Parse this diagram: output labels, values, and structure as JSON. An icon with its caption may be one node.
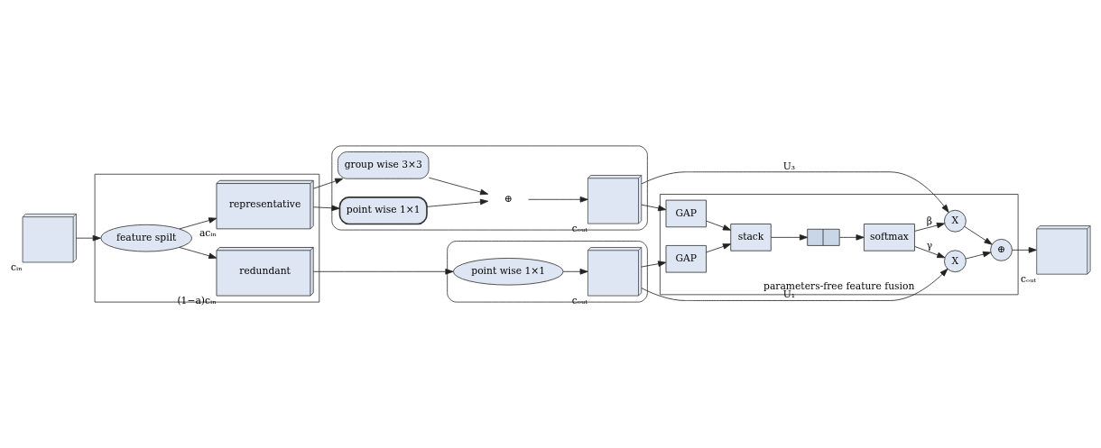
{
  "diagram": {
    "nodes": [
      {
        "text": [],
        "shape": "box",
        "beside": [
          "cᵢₙ"
        ]
      },
      {
        "text": [],
        "shape": "box"
      },
      {
        "text": [
          "feature spilt"
        ],
        "in": 1
      },
      {
        "text": [
          "representative"
        ],
        "in": 1,
        "beside": [
          "acᵢₙ"
        ]
      },
      {
        "text": [
          "redundant"
        ],
        "in": 1,
        "beside": [
          "(1−a)cᵢₙ"
        ]
      },
      {
        "text": [],
        "shape": "box"
      },
      {
        "text": [
          "group wise 3×3"
        ],
        "in": 5
      },
      {
        "text": [
          "⊕"
        ],
        "in": 5
      },
      {
        "text": [
          "point wise 1×1"
        ],
        "in": 5
      },
      {
        "text": [],
        "shape": "box",
        "in": 5,
        "beside": [
          "cₒᵤₜ"
        ]
      },
      {
        "text": [],
        "shape": "box"
      },
      {
        "text": [
          "point wise 1×1"
        ],
        "in": 10
      },
      {
        "text": [],
        "shape": "box",
        "in": 10,
        "beside": [
          "cₒᵤₜ"
        ]
      },
      {
        "text": [
          "parameters-free feature fusion"
        ]
      },
      {
        "text": [
          "GAP"
        ],
        "in": 13
      },
      {
        "text": [
          "stack"
        ],
        "in": 13
      },
      {
        "text": [
          "GAP"
        ],
        "in": 13
      },
      {
        "text": [],
        "shape": "bar",
        "in": 13
      },
      {
        "text": [
          "softmax"
        ],
        "in": 13
      },
      {
        "text": [
          "X"
        ],
        "in": 13
      },
      {
        "text": [
          "X"
        ],
        "in": 13
      },
      {
        "text": [
          "⊕"
        ],
        "in": 13
      },
      {
        "text": [],
        "shape": "box",
        "beside": [
          "cₒᵤₜ"
        ]
      }
    ],
    "edges": [
      {
        "from": 0,
        "to": 2,
        "arrow": "to"
      },
      {
        "from": 2,
        "to": 3,
        "arrow": "to"
      },
      {
        "from": 2,
        "to": 4,
        "arrow": "to"
      },
      {
        "from": 3,
        "to": 6,
        "arrow": "to"
      },
      {
        "from": 3,
        "to": 8,
        "arrow": "to"
      },
      {
        "from": 6,
        "to": 7,
        "arrow": "to"
      },
      {
        "from": 8,
        "to": 7,
        "arrow": "to"
      },
      {
        "from": 7,
        "to": 9,
        "arrow": "to"
      },
      {
        "from": 4,
        "to": 11,
        "arrow": "to"
      },
      {
        "from": 11,
        "to": 12,
        "arrow": "to"
      },
      {
        "from": 9,
        "to": 19,
        "arrow": "to",
        "label": "U₃"
      },
      {
        "from": 12,
        "to": 20,
        "arrow": "to",
        "label": "U₁"
      },
      {
        "from": 9,
        "to": 14,
        "arrow": "to"
      },
      {
        "from": 12,
        "to": 16,
        "arrow": "to"
      },
      {
        "from": 14,
        "to": 15,
        "arrow": "to"
      },
      {
        "from": 16,
        "to": 15,
        "arrow": "to"
      },
      {
        "from": 15,
        "to": 17,
        "arrow": "to"
      },
      {
        "from": 17,
        "to": 18,
        "arrow": "to"
      },
      {
        "from": 18,
        "to": 19,
        "arrow": "to",
        "label": "β"
      },
      {
        "from": 18,
        "to": 20,
        "arrow": "to",
        "label": "γ"
      },
      {
        "from": 19,
        "to": 21,
        "arrow": "to"
      },
      {
        "from": 20,
        "to": 21,
        "arrow": "to"
      },
      {
        "from": 21,
        "to": 22,
        "arrow": "to"
      }
    ]
  }
}
